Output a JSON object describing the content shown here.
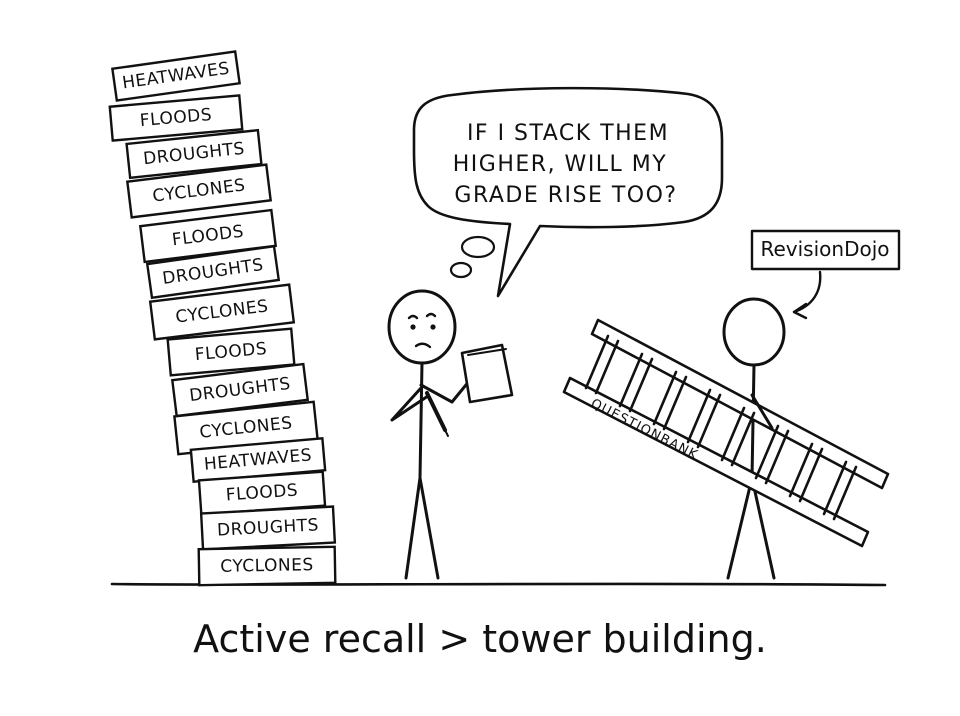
{
  "stack": {
    "boxes": [
      "HEATWAVES",
      "FLOODS",
      "DROUGHTS",
      "CYCLONES",
      "FLOODS",
      "DROUGHTS",
      "CYCLONES",
      "FLOODS",
      "DROUGHTS",
      "CYCLONES",
      "HEATWAVES",
      "FLOODS",
      "DROUGHTS",
      "CYCLONES"
    ]
  },
  "speech_bubble": {
    "line1": "IF I STACK THEM",
    "line2": "HIGHER, WILL MY",
    "line3": "GRADE RISE TOO?"
  },
  "tag_label": "RevisionDojo",
  "ladder_label": "QUESTIONBANK",
  "caption": "Active recall > tower building."
}
